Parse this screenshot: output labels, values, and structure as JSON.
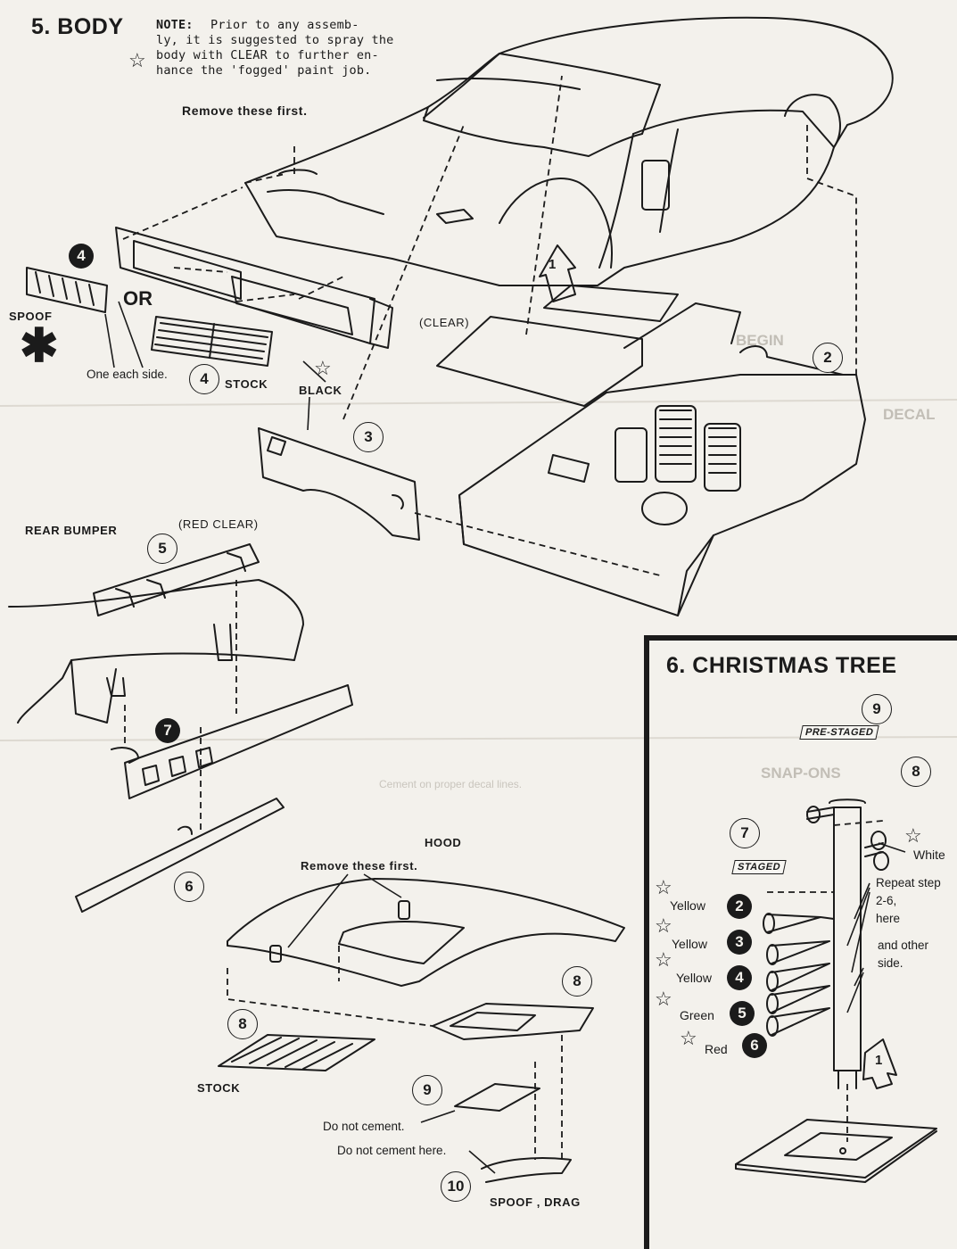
{
  "section5": {
    "title": "5. BODY",
    "note_label": "NOTE:",
    "note_line1": "Prior to any assemb-",
    "note_line2": "ly, it is suggested to spray the",
    "note_line3": "body with CLEAR to further en-",
    "note_line4": "hance the 'fogged' paint job.",
    "remove_first": "Remove these first.",
    "spoof": "SPOOF",
    "or": "OR",
    "one_each_side": "One each side.",
    "stock": "STOCK",
    "black": "BLACK",
    "clear": "(CLEAR)",
    "rear_bumper": "REAR BUMPER",
    "red_clear": "(RED CLEAR)",
    "hood": "HOOD",
    "hood_remove_first": "Remove these first.",
    "hood_stock": "STOCK",
    "do_not_cement": "Do not cement.",
    "do_not_cement_here": "Do not cement here.",
    "spoof_drag": "SPOOF , DRAG",
    "callouts": [
      "4",
      "4",
      "1",
      "2",
      "3",
      "5",
      "7",
      "6",
      "8",
      "8",
      "9",
      "10"
    ]
  },
  "section6": {
    "title": "6. CHRISTMAS TREE",
    "pre_staged": "PRE-STAGED",
    "staged": "STAGED",
    "white": "White",
    "repeat_line1": "Repeat step",
    "repeat_line2": "2-6,",
    "repeat_line3": "here",
    "other_line1": "and other",
    "other_line2": "side.",
    "lights": [
      {
        "label": "Yellow",
        "num": "2"
      },
      {
        "label": "Yellow",
        "num": "3"
      },
      {
        "label": "Yellow",
        "num": "4"
      },
      {
        "label": "Green",
        "num": "5"
      },
      {
        "label": "Red",
        "num": "6"
      }
    ],
    "callouts": [
      "9",
      "8",
      "7",
      "1"
    ]
  },
  "background_print": {
    "decal": "DECAL",
    "begin": "BEGIN",
    "snap": "SNAP-ONS",
    "cement_note": "Cement on proper decal lines."
  },
  "icons": [
    "star-icon",
    "asterisk-icon",
    "arrow-icon"
  ]
}
